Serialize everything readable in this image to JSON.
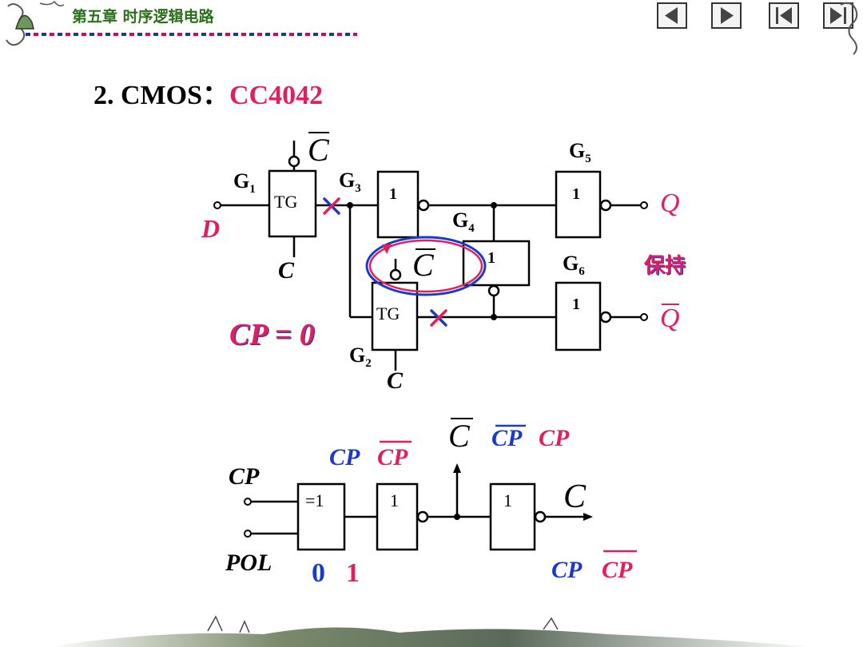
{
  "header": {
    "chapter_title": "第五章 时序逻辑电路",
    "nav_buttons": [
      "previous-page",
      "next-page",
      "first-page",
      "last-page"
    ]
  },
  "slide": {
    "title_prefix": "2. CMOS：",
    "title_chip": "CC4042"
  },
  "circuit1": {
    "g1": "G",
    "g1_sub": "1",
    "g2": "G",
    "g2_sub": "2",
    "g3": "G",
    "g3_sub": "3",
    "g4": "G",
    "g4_sub": "4",
    "g5": "G",
    "g5_sub": "5",
    "g6": "G",
    "g6_sub": "6",
    "tg_label": "TG",
    "inverter_label": "1",
    "c_bar": "C",
    "c": "C",
    "input_d": "D",
    "output_q": "Q",
    "output_q_bar": "Q",
    "hold_text": "保持",
    "cp_state": "CP = 0"
  },
  "circuit2": {
    "xor_label": "=1",
    "inverter_label": "1",
    "input_cp": "CP",
    "input_pol": "POL",
    "pol_values": [
      "0",
      "1"
    ],
    "mid_labels": [
      "CP",
      "CP"
    ],
    "top_labels": [
      "C",
      "CP",
      "CP"
    ],
    "out_c": "C",
    "bottom_labels": [
      "CP",
      "CP"
    ]
  },
  "colors": {
    "header_green": "#2a6e1a",
    "accent_pink": "#e0205e",
    "accent_blue": "#1a3ac8",
    "circuit_black": "#000000"
  }
}
